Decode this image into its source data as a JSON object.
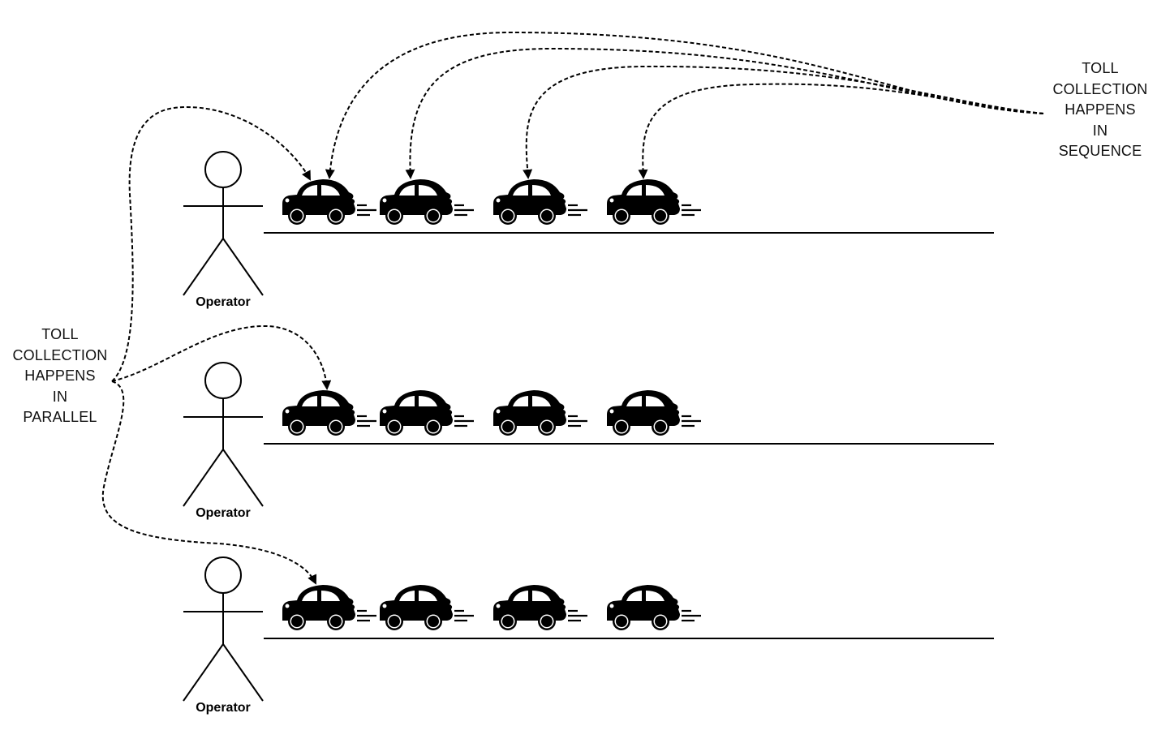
{
  "labels": {
    "sequence": [
      "TOLL",
      "COLLECTION",
      "HAPPENS",
      "IN",
      "SEQUENCE"
    ],
    "parallel": [
      "TOLL",
      "COLLECTION",
      "HAPPENS",
      "IN",
      "PARALLEL"
    ]
  },
  "lanes": [
    {
      "operator": "Operator",
      "cars": 4
    },
    {
      "operator": "Operator",
      "cars": 4
    },
    {
      "operator": "Operator",
      "cars": 4
    }
  ],
  "icons": {
    "actor": "stick-figure-icon",
    "vehicle": "car-icon"
  },
  "colors": {
    "ink": "#000000",
    "background": "#ffffff"
  }
}
